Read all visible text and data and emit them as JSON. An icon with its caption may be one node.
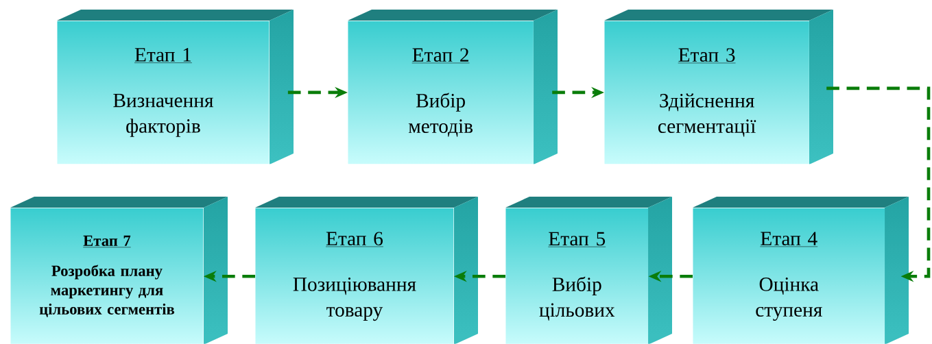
{
  "diagram": {
    "nodes": [
      {
        "text": [
          "Етап 1",
          "Визначення факторів"
        ]
      },
      {
        "text": [
          "Етап 2",
          "Вибір методів"
        ]
      },
      {
        "text": [
          "Етап 3",
          "Здійснення сегментації"
        ]
      },
      {
        "text": [
          "Етап 4",
          "Оцінка ступеня"
        ]
      },
      {
        "text": [
          "Етап 5",
          "Вибір цільових"
        ]
      },
      {
        "text": [
          "Етап 6",
          "Позиціювання товару"
        ]
      },
      {
        "text": [
          "Етап 7",
          "Розробка плану маркетингу для цільових сегментів"
        ]
      }
    ],
    "edges": [
      {
        "from": 0,
        "to": 1,
        "arrow": "to",
        "style": "dashed"
      },
      {
        "from": 1,
        "to": 2,
        "arrow": "to",
        "style": "dashed"
      },
      {
        "from": 2,
        "to": 3,
        "arrow": "to",
        "style": "dashed"
      },
      {
        "from": 3,
        "to": 4,
        "arrow": "to",
        "style": "dashed"
      },
      {
        "from": 4,
        "to": 5,
        "arrow": "to",
        "style": "dashed"
      },
      {
        "from": 5,
        "to": 6,
        "arrow": "to",
        "style": "dashed"
      }
    ]
  }
}
